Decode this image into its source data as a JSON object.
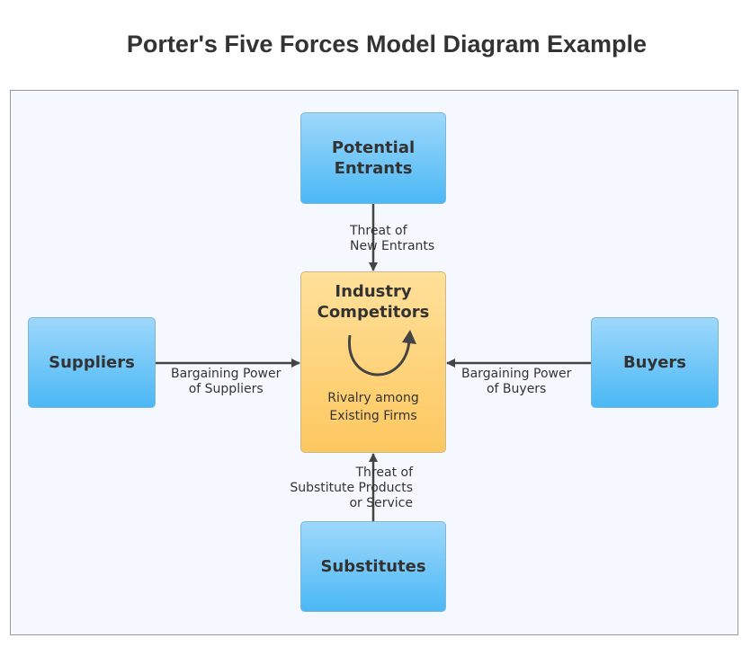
{
  "title": "Porter's Five Forces Model Diagram Example",
  "nodes": {
    "potential_entrants": "Potential Entrants",
    "suppliers": "Suppliers",
    "buyers": "Buyers",
    "substitutes": "Substitutes",
    "center_title": "Industry Competitors",
    "center_subtitle": "Rivalry among Existing Firms"
  },
  "edges": {
    "new_entrants": "Threat of\nNew Entrants",
    "suppliers": "Bargaining Power\nof Suppliers",
    "buyers": "Bargaining Power\nof Buyers",
    "substitutes": "Threat of\nSubstitute Products\nor Service"
  },
  "colors": {
    "outer_box": "#4bb8f5",
    "center_box": "#fdc860",
    "arrow": "#444444"
  }
}
